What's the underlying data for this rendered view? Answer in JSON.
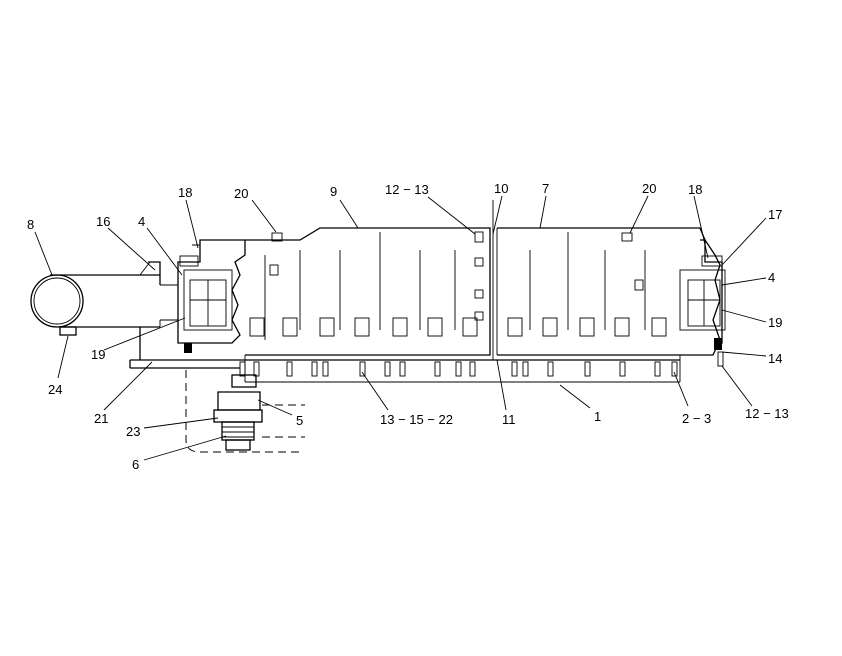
{
  "diagram": {
    "callouts": [
      {
        "id": "c8",
        "text": "8"
      },
      {
        "id": "c16",
        "text": "16"
      },
      {
        "id": "c4l",
        "text": "4"
      },
      {
        "id": "c18l",
        "text": "18"
      },
      {
        "id": "c20l",
        "text": "20"
      },
      {
        "id": "c9",
        "text": "9"
      },
      {
        "id": "c1213t",
        "text": "12 − 13"
      },
      {
        "id": "c10",
        "text": "10"
      },
      {
        "id": "c7",
        "text": "7"
      },
      {
        "id": "c20r",
        "text": "20"
      },
      {
        "id": "c18r",
        "text": "18"
      },
      {
        "id": "c17",
        "text": "17"
      },
      {
        "id": "c4r",
        "text": "4"
      },
      {
        "id": "c19r",
        "text": "19"
      },
      {
        "id": "c14",
        "text": "14"
      },
      {
        "id": "c1213b",
        "text": "12 − 13"
      },
      {
        "id": "c23",
        "text": "2 − 3"
      },
      {
        "id": "c1",
        "text": "1"
      },
      {
        "id": "c11",
        "text": "11"
      },
      {
        "id": "c131522",
        "text": "13 − 15 − 22"
      },
      {
        "id": "c5",
        "text": "5"
      },
      {
        "id": "c23b",
        "text": "23"
      },
      {
        "id": "c6",
        "text": "6"
      },
      {
        "id": "c21",
        "text": "21"
      },
      {
        "id": "c19l",
        "text": "19"
      },
      {
        "id": "c24",
        "text": "24"
      }
    ]
  }
}
